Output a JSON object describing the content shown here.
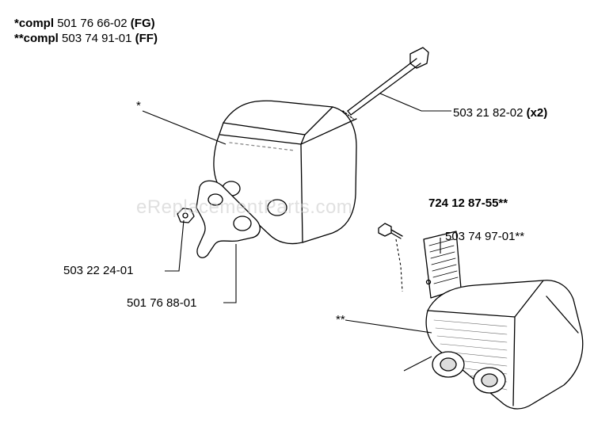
{
  "header": {
    "line1": {
      "prefix": "*compl",
      "number": "501 76 66-02",
      "suffix": "(FG)"
    },
    "line2": {
      "prefix": "**compl",
      "number": "503 74 91-01",
      "suffix": "(FF)"
    }
  },
  "watermark": "eReplacementParts.com",
  "callouts": {
    "bolt": {
      "number": "503 21 82-02",
      "qty": "(x2)"
    },
    "screw": {
      "number": "724 12 87-55**"
    },
    "plate": {
      "number": "503 74 97-01**"
    },
    "nut": {
      "number": "503 22 24-01"
    },
    "gasket": {
      "number": "501 76 88-01"
    },
    "muffler_fg_marker": "*",
    "muffler_ff_marker": "**"
  }
}
